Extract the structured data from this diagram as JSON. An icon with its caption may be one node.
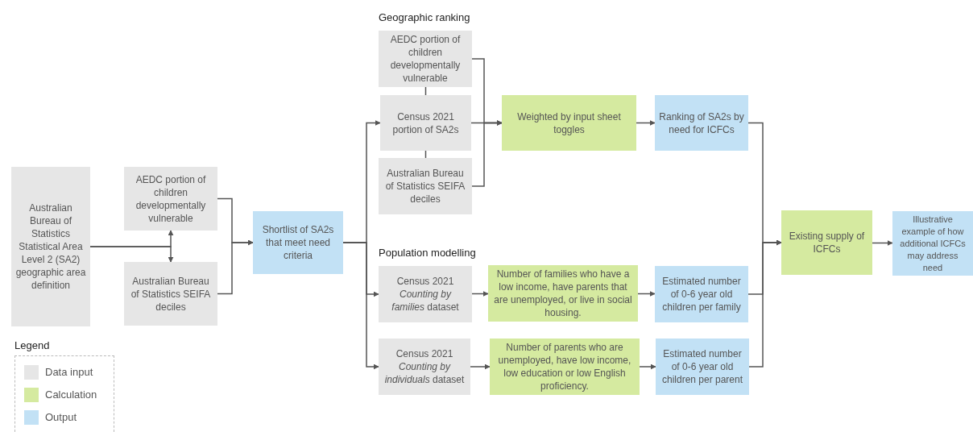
{
  "diagram": {
    "nodes": [
      {
        "text": [
          "Australian Bureau of Statistics Statistical Area Level 2 (SA2) geographic area definition"
        ]
      },
      {
        "text": [
          "AEDC portion of children developmentally vulnerable"
        ]
      },
      {
        "text": [
          "Australian Bureau of Statistics SEIFA deciles"
        ]
      },
      {
        "text": [
          "Shortlist of SA2s that meet need criteria"
        ]
      },
      {
        "text": [
          "AEDC portion of children developmentally vulnerable"
        ]
      },
      {
        "text": [
          "Census 2021 portion of SA2s"
        ]
      },
      {
        "text": [
          "Australian Bureau of Statistics SEIFA deciles"
        ]
      },
      {
        "text": [
          "Weighted by input sheet toggles"
        ]
      },
      {
        "text": [
          "Ranking of SA2s by need for ICFCs"
        ]
      },
      {
        "text": [
          "Census 2021 *Counting by families* dataset"
        ]
      },
      {
        "text": [
          "Number of families who have a low income, have parents that are unemployed, or live in social housing."
        ]
      },
      {
        "text": [
          "Estimated number of 0-6 year old children per family"
        ]
      },
      {
        "text": [
          "Census 2021 *Counting by individuals* dataset"
        ]
      },
      {
        "text": [
          "Number of parents who are unemployed, have low income, low education or low English proficiency."
        ]
      },
      {
        "text": [
          "Estimated number of 0-6 year old children per parent"
        ]
      },
      {
        "text": [
          "Existing supply of ICFCs"
        ]
      },
      {
        "text": [
          "Illustrative example of how additional ICFCs may address need"
        ]
      }
    ],
    "edges": [
      {
        "from": 0,
        "to": 1,
        "arrow": "to"
      },
      {
        "from": 0,
        "to": 2,
        "arrow": "to"
      },
      {
        "from": 1,
        "to": 3,
        "arrow": "to"
      },
      {
        "from": 2,
        "to": 3,
        "arrow": "to"
      },
      {
        "from": 3,
        "to": 5,
        "arrow": "to"
      },
      {
        "from": 3,
        "to": 9,
        "arrow": "to"
      },
      {
        "from": 3,
        "to": 12,
        "arrow": "to"
      },
      {
        "from": 4,
        "to": 5,
        "arrow": "none"
      },
      {
        "from": 5,
        "to": 6,
        "arrow": "none"
      },
      {
        "from": 4,
        "to": 7,
        "arrow": "to"
      },
      {
        "from": 5,
        "to": 7,
        "arrow": "to"
      },
      {
        "from": 6,
        "to": 7,
        "arrow": "to"
      },
      {
        "from": 7,
        "to": 8,
        "arrow": "to"
      },
      {
        "from": 9,
        "to": 10,
        "arrow": "to"
      },
      {
        "from": 10,
        "to": 11,
        "arrow": "to"
      },
      {
        "from": 12,
        "to": 13,
        "arrow": "to"
      },
      {
        "from": 13,
        "to": 14,
        "arrow": "to"
      },
      {
        "from": 8,
        "to": 15,
        "arrow": "to"
      },
      {
        "from": 11,
        "to": 15,
        "arrow": "to"
      },
      {
        "from": 14,
        "to": 15,
        "arrow": "to"
      },
      {
        "from": 15,
        "to": 16,
        "arrow": "to"
      }
    ],
    "labels": [
      "Geographic ranking",
      "Population modelling",
      "Legend"
    ],
    "legend": [
      {
        "text": "Data input",
        "color": "#e6e6e6"
      },
      {
        "text": "Calculation",
        "color": "#d5eaa0"
      },
      {
        "text": "Output",
        "color": "#c2e1f5"
      }
    ]
  }
}
